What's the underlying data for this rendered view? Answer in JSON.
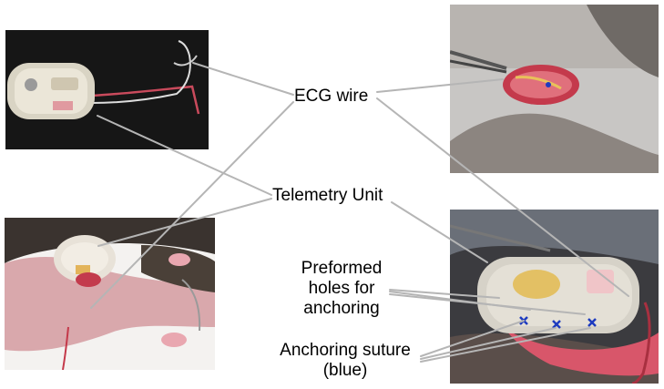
{
  "labels": {
    "ecg_wire": "ECG wire",
    "telemetry_unit": "Telemetry Unit",
    "preformed_holes": [
      "Preformed",
      "holes for",
      "anchoring"
    ],
    "anchoring_suture": [
      "Anchoring suture",
      "(blue)"
    ]
  },
  "colors": {
    "leader_line": "#b5b5b5",
    "suture": "#1e3bbf",
    "wire_red": "#c4394a",
    "tissue": "#d8566a"
  }
}
